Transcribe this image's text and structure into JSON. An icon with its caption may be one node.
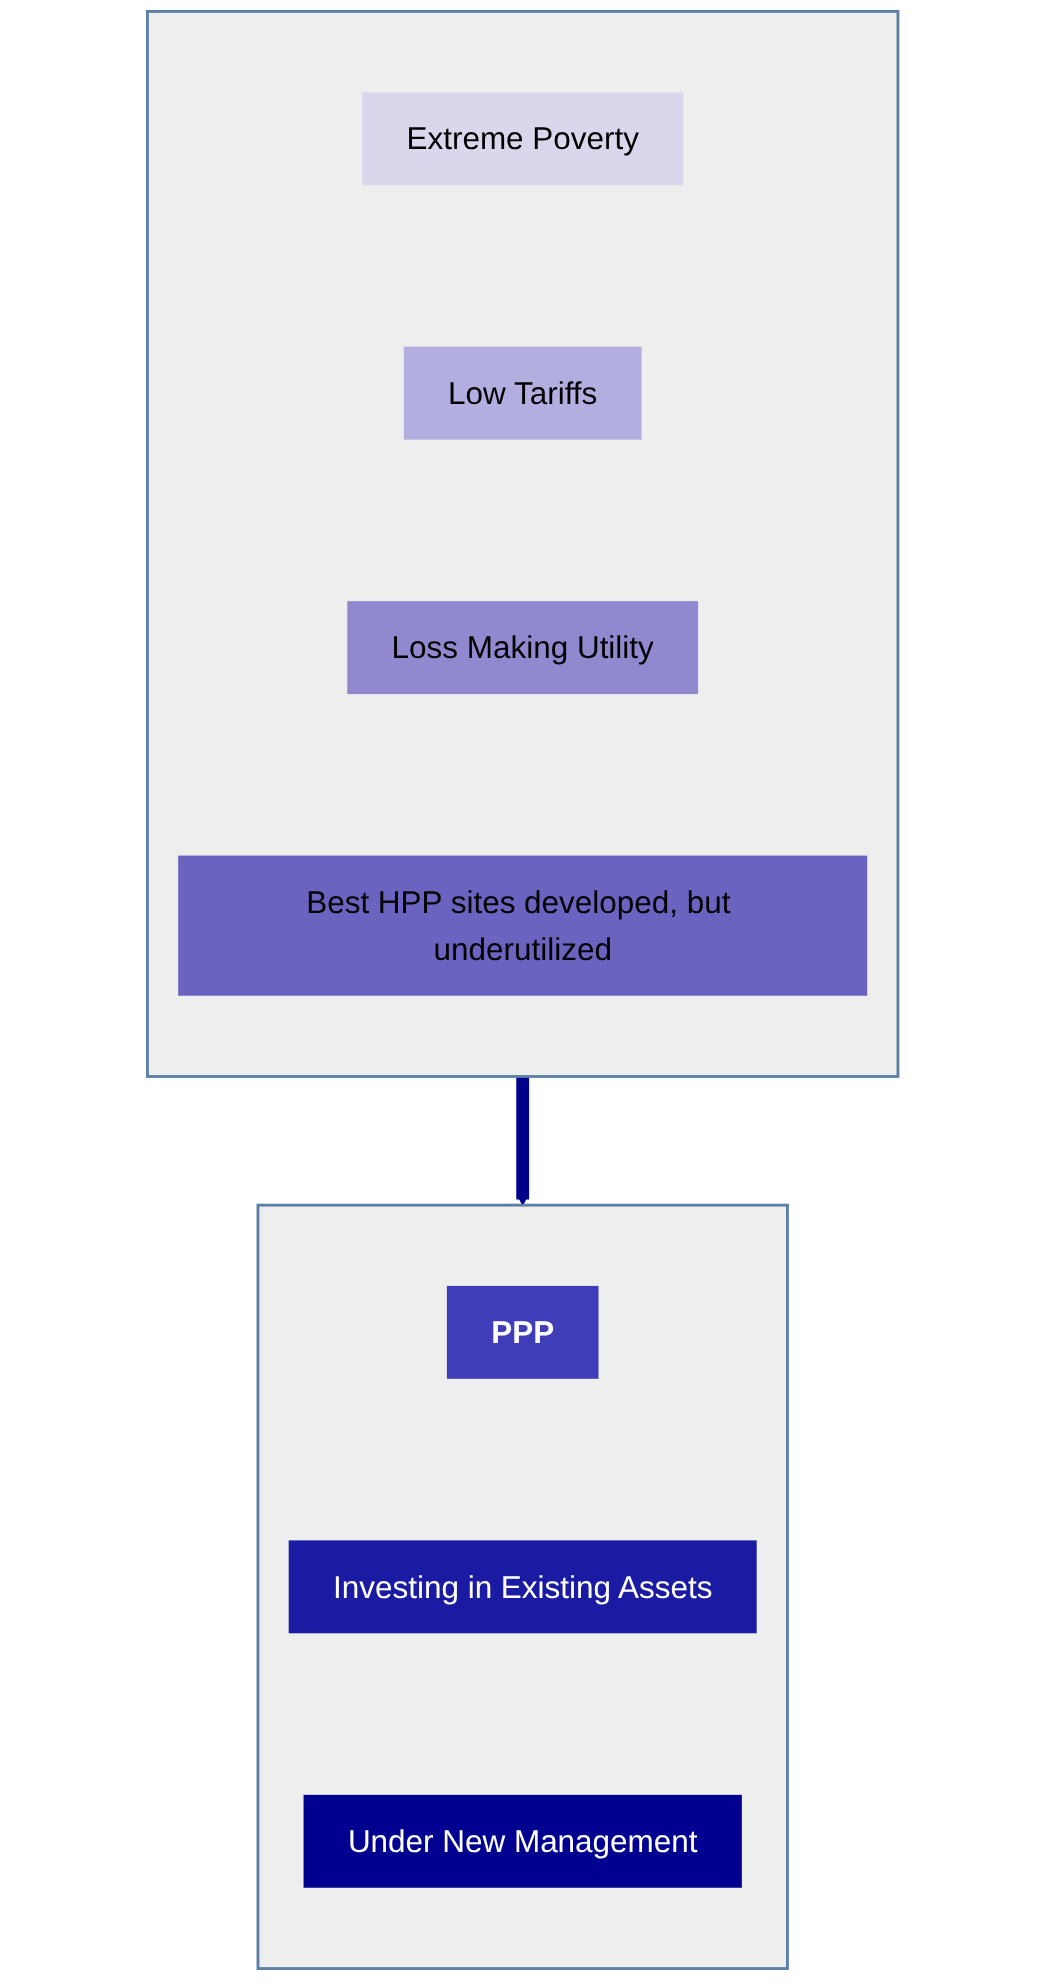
{
  "diagram": {
    "nodes": [
      {
        "text": [],
        "shape": "box"
      },
      {
        "text": [
          "Extreme Poverty"
        ],
        "in": 0
      },
      {
        "text": [
          "Low Tariffs"
        ],
        "in": 0
      },
      {
        "text": [
          "Loss Making Utility"
        ],
        "in": 0
      },
      {
        "text": [
          "Best HPP sites developed, but underutilized"
        ],
        "in": 0
      },
      {
        "text": [],
        "shape": "box"
      },
      {
        "text": [
          "PPP"
        ],
        "in": 5
      },
      {
        "text": [
          "Investing in Existing Assets"
        ],
        "in": 5
      },
      {
        "text": [
          "Under New Management"
        ],
        "in": 5
      }
    ],
    "edges": [
      {
        "from": 0,
        "to": 5,
        "arrow": "to",
        "color": "#00008b"
      }
    ]
  }
}
